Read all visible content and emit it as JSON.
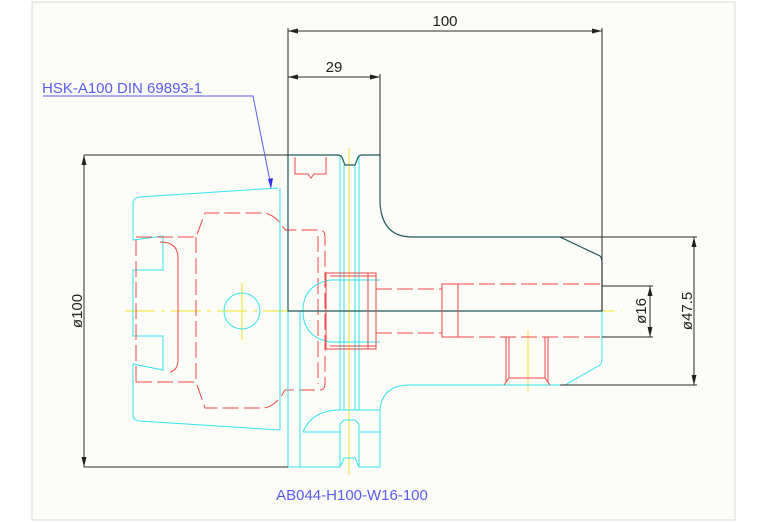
{
  "drawing": {
    "callout_label": "HSK-A100 DIN 69893-1",
    "part_number": "AB044-H100-W16-100",
    "dimensions": {
      "overall_length": "100",
      "flange_length": "29",
      "flange_diameter": "ø100",
      "body_diameter": "ø47.5",
      "bore_diameter": "ø16"
    }
  },
  "colors": {
    "background": "#fcfdf9",
    "outline": "#1f5a5a",
    "visible_edges": "#35e3ef",
    "hidden_lines": "#f04848",
    "center_lines": "#f2e32a",
    "label_text": "#5b5bf0"
  }
}
